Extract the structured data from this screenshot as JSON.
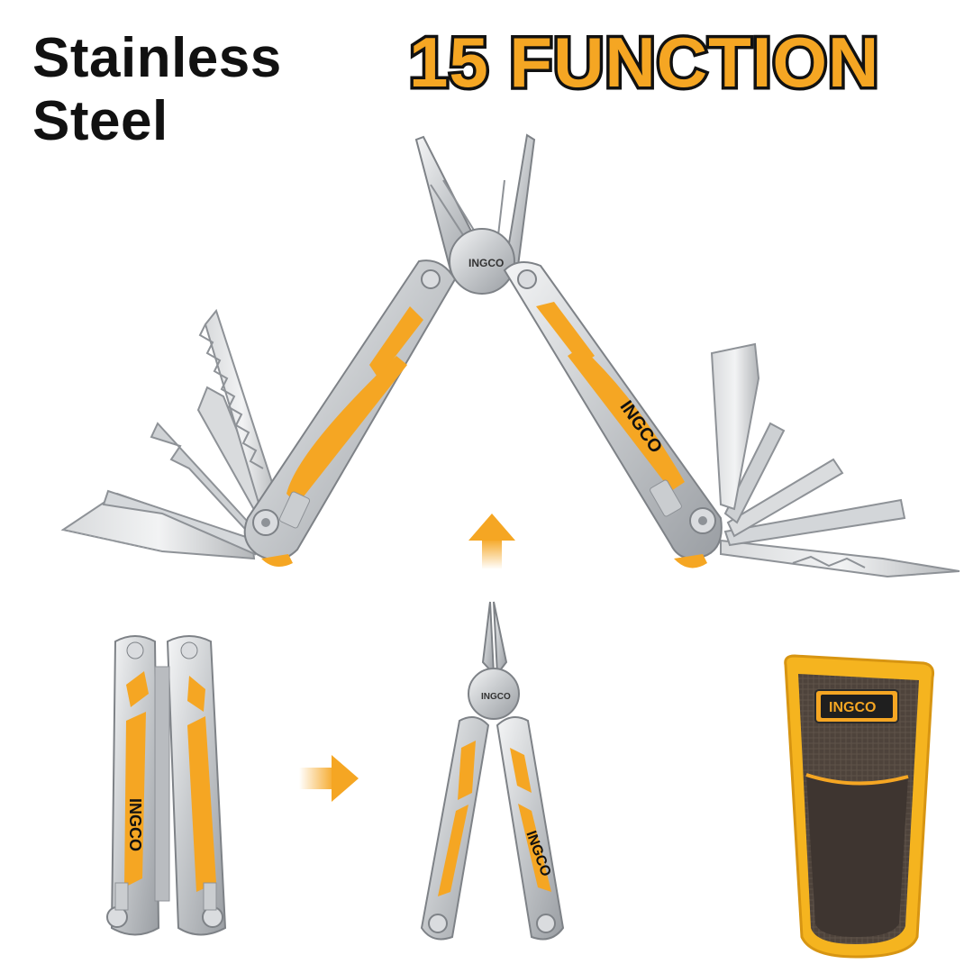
{
  "heading": {
    "material_line1": "Stainless",
    "material_line2": "Steel",
    "function_badge": "15 FUNCTION"
  },
  "brand": {
    "logo_text": "INGCO"
  },
  "colors": {
    "brand_orange": "#F5A623",
    "steel_light": "#E6E8EA",
    "steel_dark": "#8E9297",
    "pouch_brown": "#5A4D44",
    "text_black": "#111111"
  },
  "icons": {
    "arrow_up": "arrow-up-icon",
    "arrow_right": "arrow-right-icon"
  }
}
